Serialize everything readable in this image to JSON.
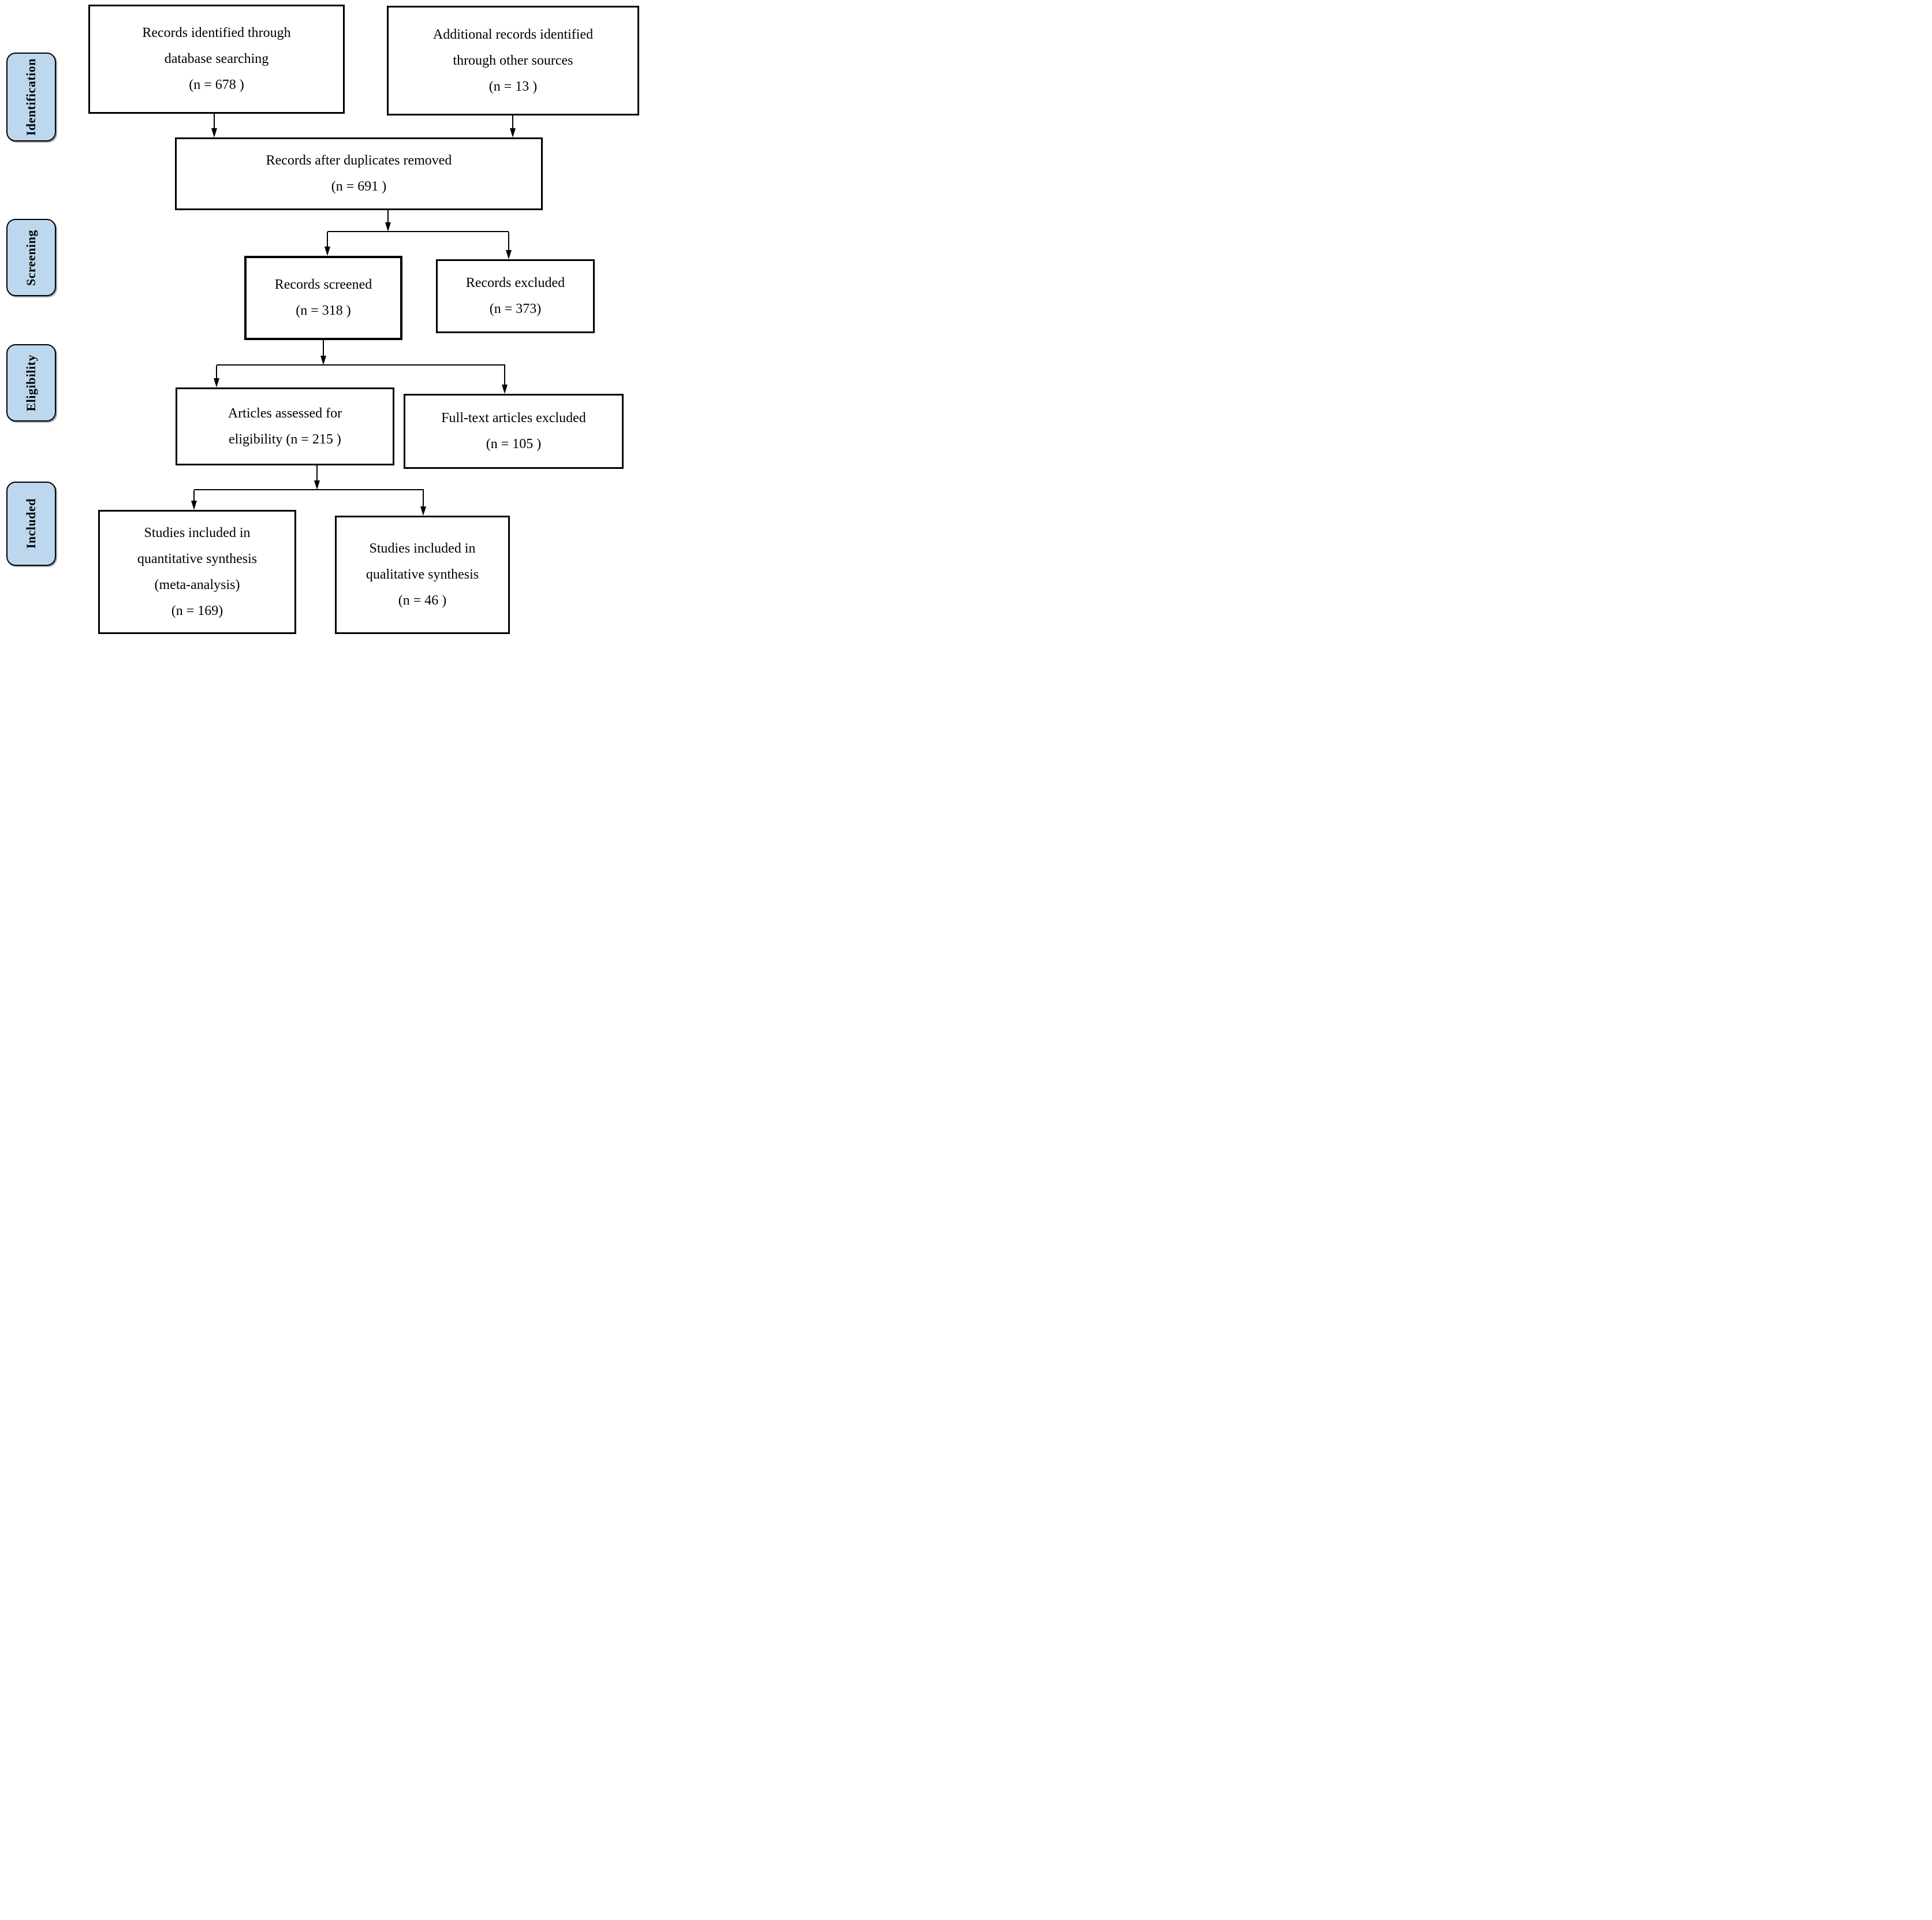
{
  "diagram": {
    "type": "prisma-flow",
    "colors": {
      "stage_fill": "#bdd7ee",
      "box_fill": "#ffffff",
      "box_border": "#000000",
      "text": "#000000"
    },
    "stages": [
      {
        "id": "identification",
        "label": "Identification"
      },
      {
        "id": "screening",
        "label": "Screening"
      },
      {
        "id": "eligibility",
        "label": "Eligibility"
      },
      {
        "id": "included",
        "label": "Included"
      }
    ],
    "boxes": [
      {
        "id": "records-identified",
        "lines": [
          "Records identified through",
          "database searching",
          "(n = 678 )"
        ]
      },
      {
        "id": "additional-records",
        "lines": [
          "Additional records identified",
          "through other sources",
          "(n = 13 )"
        ]
      },
      {
        "id": "after-duplicates",
        "lines": [
          "Records after duplicates removed",
          "(n = 691 )"
        ]
      },
      {
        "id": "records-screened",
        "lines": [
          "Records screened",
          "(n = 318 )"
        ]
      },
      {
        "id": "records-excluded",
        "lines": [
          "Records excluded",
          "(n = 373)"
        ]
      },
      {
        "id": "articles-assessed",
        "lines": [
          "Articles assessed for",
          "eligibility (n = 215 )"
        ]
      },
      {
        "id": "fulltext-excluded",
        "lines": [
          "Full-text articles excluded",
          "(n = 105 )"
        ]
      },
      {
        "id": "quantitative-included",
        "lines": [
          "Studies included in",
          "quantitative synthesis",
          "(meta-analysis)",
          "(n = 169)"
        ]
      },
      {
        "id": "qualitative-included",
        "lines": [
          "Studies included in",
          "qualitative synthesis",
          "(n = 46 )"
        ]
      }
    ]
  }
}
